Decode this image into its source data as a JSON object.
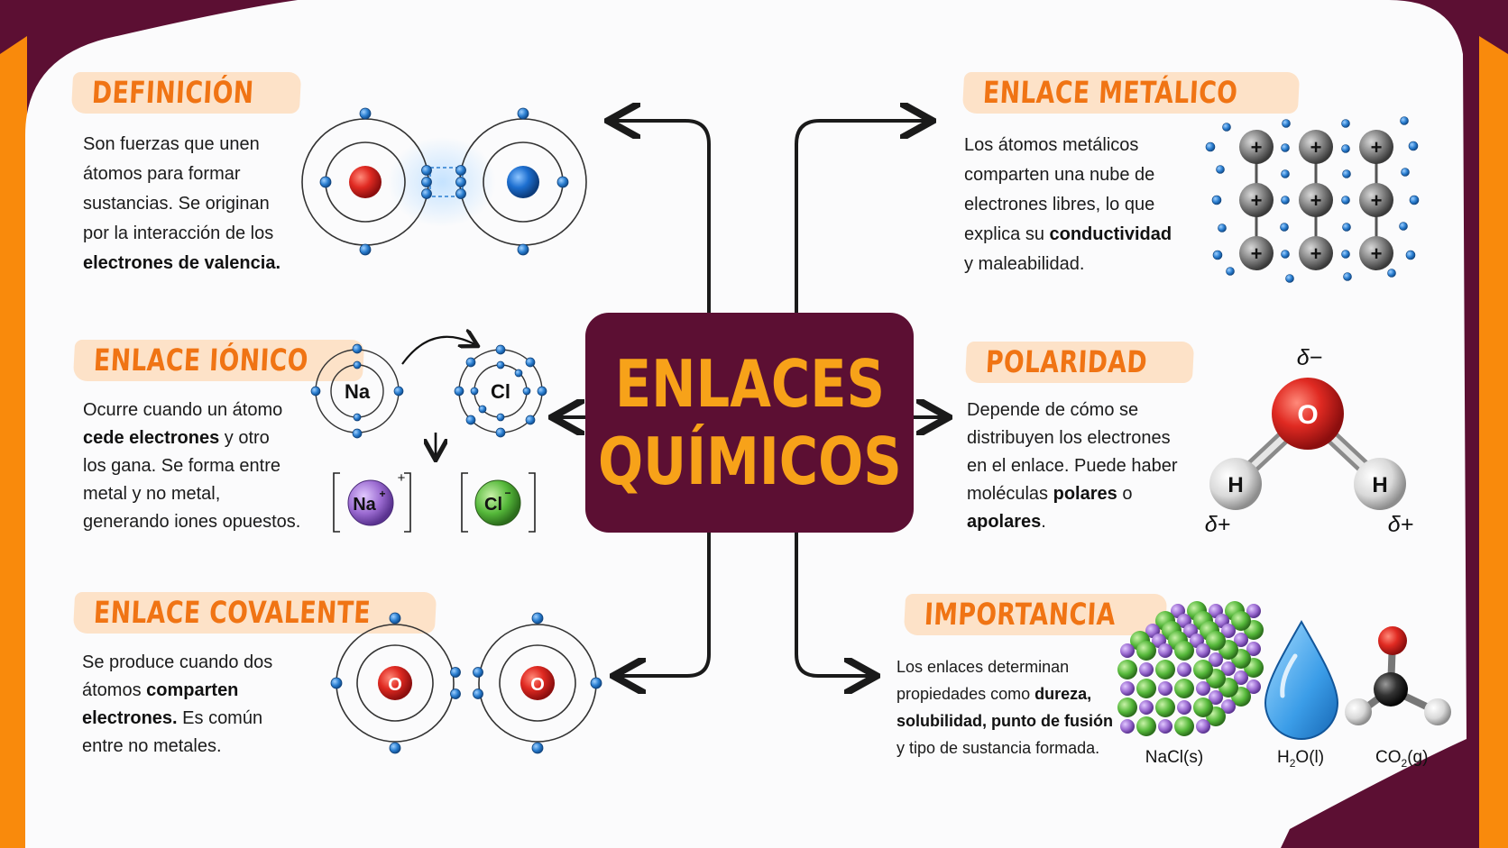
{
  "center_title": {
    "line1": "ENLACES",
    "line2": "QUÍMICOS"
  },
  "sections": {
    "definicion": {
      "title": "DEFINICIÓN",
      "lines": [
        "Son fuerzas que unen",
        "átomos para formar",
        "sustancias. Se originan",
        "por la interacción de los"
      ],
      "bold_line": "electrones de valencia."
    },
    "ionico": {
      "title": "ENLACE IÓNICO",
      "line1": "Ocurre cuando un átomo",
      "bold_cede": "cede electrones",
      "after_cede": " y otro",
      "line3": "los gana. Se forma entre",
      "line4": "metal y no metal,",
      "line5": "generando iones opuestos."
    },
    "covalente": {
      "title": "ENLACE COVALENTE",
      "line1": "Se produce cuando dos",
      "line2_pre": "átomos ",
      "line2_bold": "comparten",
      "line3_bold": "electrones.",
      "line3_post": " Es común",
      "line4": "entre no metales."
    },
    "metalico": {
      "title": "ENLACE METÁLICO",
      "line1": "Los átomos metálicos",
      "line2": "comparten una nube de",
      "line3": "electrones libres, lo que",
      "line4_pre": "explica su ",
      "line4_bold": "conductividad",
      "line5": "y maleabilidad."
    },
    "polaridad": {
      "title": "POLARIDAD",
      "line1": "Depende de cómo se",
      "line2": "distribuyen los electrones",
      "line3": "en el enlace. Puede haber",
      "line4_pre": "moléculas ",
      "line4_bold": "polares",
      "line4_post": " o",
      "line5_bold": "apolares",
      "line5_post": "."
    },
    "importancia": {
      "title": "IMPORTANCIA",
      "line1": "Los enlaces determinan",
      "line2_pre": "propiedades como ",
      "line2_bold": "dureza,",
      "line3_bold": "solubilidad, punto de fusión",
      "line4": "y tipo de sustancia formada."
    }
  },
  "diagram_labels": {
    "na": "Na",
    "cl": "Cl",
    "na_ion": "Na",
    "na_ion_sup": "+",
    "cl_ion": "Cl",
    "cl_ion_sup": "−",
    "oxygen": "O",
    "hydrogen": "H",
    "plus": "+",
    "delta_minus": "δ−",
    "delta_plus": "δ+",
    "nacl_label": "NaCl(s)",
    "water": {
      "main": "H",
      "sub": "2",
      "rest": "O(l)"
    },
    "co2": {
      "main": "CO",
      "sub": "2",
      "rest": "(g)"
    }
  },
  "colors": {
    "frame": "#5c0f33",
    "accent_orange": "#f98a0c",
    "title_orange": "#f07414",
    "badge_bg": "#fde2c8",
    "center_text": "#f7a219",
    "electron_blue": "#1f6fbf",
    "nucleus_red": "#d62020",
    "nucleus_blue": "#1d6fd0",
    "na_purple": "#9a6ad0",
    "cl_green": "#55b83a"
  },
  "icons": [
    "arrow-icon",
    "electron-icon",
    "nucleus-icon",
    "water-drop-icon",
    "crystal-lattice-icon"
  ]
}
